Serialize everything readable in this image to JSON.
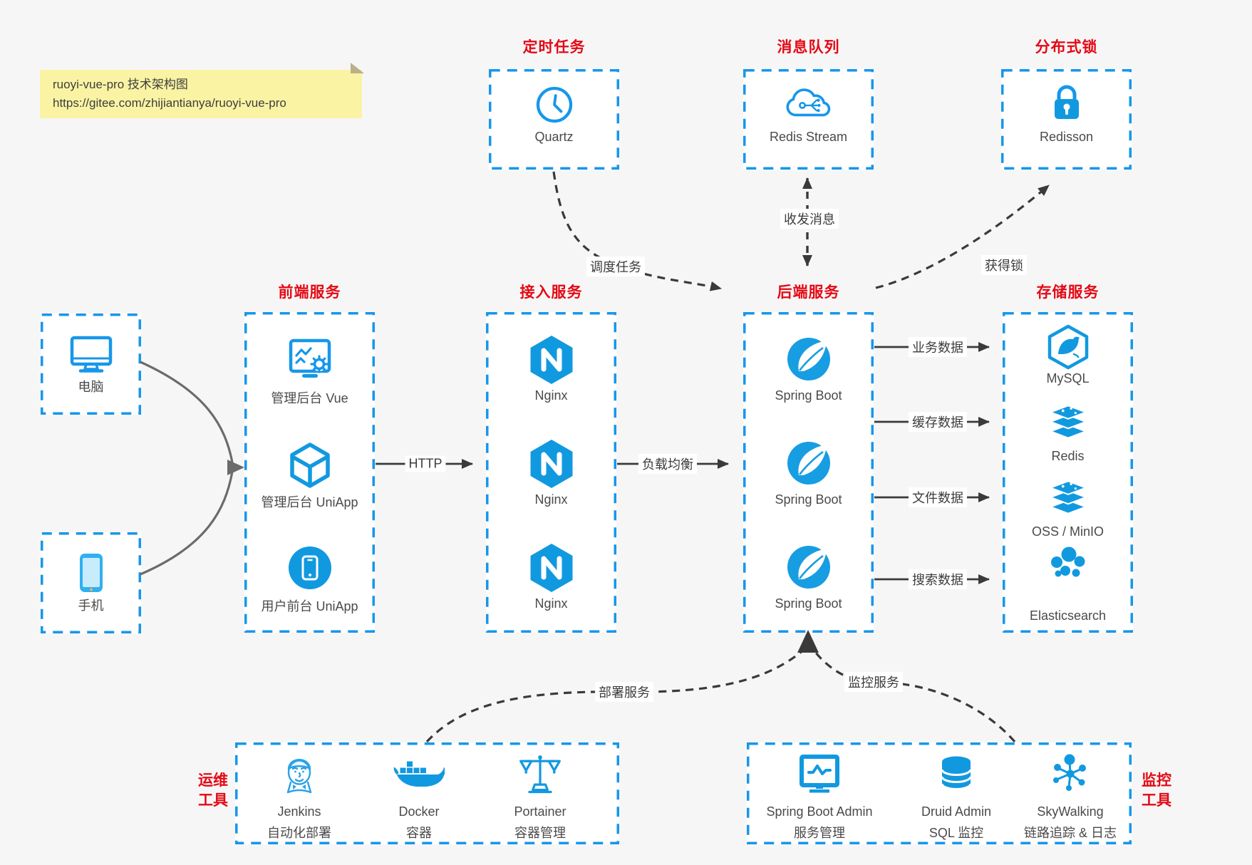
{
  "page": {
    "background": "#f6f6f7"
  },
  "colors": {
    "accent_blue": "#1697ea",
    "icon_blue": "#1199e0",
    "title_red": "#e50914",
    "arrow_dark": "#3a3a3a",
    "arrow_gray": "#6b6b6b",
    "note_bg": "#faf3a3"
  },
  "note": {
    "title": "ruoyi-vue-pro 技术架构图",
    "url": "https://gitee.com/zhijiantianya/ruoyi-vue-pro"
  },
  "top_groups": [
    {
      "title": "定时任务",
      "icon": "clock-icon",
      "label": "Quartz"
    },
    {
      "title": "消息队列",
      "icon": "cloud-message-icon",
      "label": "Redis Stream"
    },
    {
      "title": "分布式锁",
      "icon": "lock-icon",
      "label": "Redisson"
    }
  ],
  "clients": [
    {
      "icon": "desktop-icon",
      "label": "电脑"
    },
    {
      "icon": "mobile-icon",
      "label": "手机"
    }
  ],
  "columns": [
    {
      "title": "前端服务",
      "items": [
        {
          "icon": "admin-vue-icon",
          "label": "管理后台 Vue"
        },
        {
          "icon": "uniapp-cube-icon",
          "label": "管理后台 UniApp"
        },
        {
          "icon": "user-app-icon",
          "label": "用户前台 UniApp"
        }
      ]
    },
    {
      "title": "接入服务",
      "items": [
        {
          "icon": "nginx-icon",
          "label": "Nginx"
        },
        {
          "icon": "nginx-icon",
          "label": "Nginx"
        },
        {
          "icon": "nginx-icon",
          "label": "Nginx"
        }
      ]
    },
    {
      "title": "后端服务",
      "items": [
        {
          "icon": "spring-boot-icon",
          "label": "Spring Boot"
        },
        {
          "icon": "spring-boot-icon",
          "label": "Spring Boot"
        },
        {
          "icon": "spring-boot-icon",
          "label": "Spring Boot"
        }
      ]
    },
    {
      "title": "存储服务",
      "items": [
        {
          "icon": "mysql-icon",
          "label": "MySQL"
        },
        {
          "icon": "redis-icon",
          "label": "Redis"
        },
        {
          "icon": "object-storage-icon",
          "label": "OSS / MinIO"
        },
        {
          "icon": "elasticsearch-icon",
          "label": "Elasticsearch"
        }
      ]
    }
  ],
  "edges": {
    "http": "HTTP",
    "load_balance": "负载均衡",
    "schedule": "调度任务",
    "message": "收发消息",
    "lock": "获得锁",
    "business_data": "业务数据",
    "cache_data": "缓存数据",
    "file_data": "文件数据",
    "search_data": "搜索数据",
    "deploy": "部署服务",
    "monitor": "监控服务"
  },
  "bottom_groups": [
    {
      "title_line1": "运维",
      "title_line2": "工具",
      "items": [
        {
          "icon": "jenkins-icon",
          "name": "Jenkins",
          "desc": "自动化部署"
        },
        {
          "icon": "docker-icon",
          "name": "Docker",
          "desc": "容器"
        },
        {
          "icon": "portainer-icon",
          "name": "Portainer",
          "desc": "容器管理"
        }
      ]
    },
    {
      "title_line1": "监控",
      "title_line2": "工具",
      "items": [
        {
          "icon": "spring-boot-admin-icon",
          "name": "Spring Boot Admin",
          "desc": "服务管理"
        },
        {
          "icon": "druid-icon",
          "name": "Druid Admin",
          "desc": "SQL 监控"
        },
        {
          "icon": "skywalking-icon",
          "name": "SkyWalking",
          "desc": "链路追踪 & 日志"
        }
      ]
    }
  ]
}
